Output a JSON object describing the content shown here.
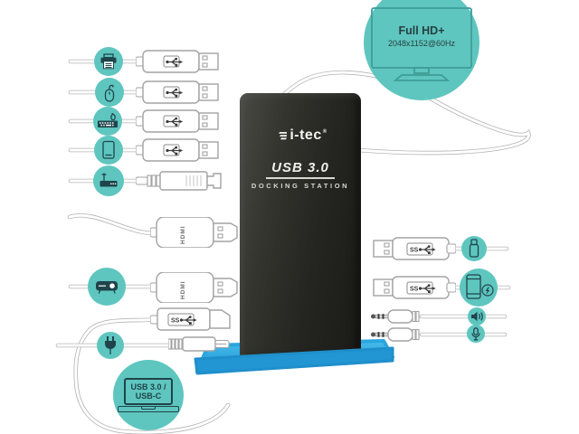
{
  "scene": {
    "type": "product-connectivity-diagram",
    "product": "docking station"
  },
  "colors": {
    "teal_circle": "#5EC6BF",
    "base_blue": "#2BA7E0",
    "icon_ink": "#1F444B",
    "dock_black": "#242420",
    "cable_gray": "#B5B5B5"
  },
  "monitor_badge": {
    "title": "Full HD+",
    "subtitle": "2048x1152@60Hz"
  },
  "dock": {
    "brand": "i-tec",
    "registered": "®",
    "product": "USB 3.0",
    "product_sub": "DOCKING STATION"
  },
  "host_badge": {
    "line1": "USB 3.0 /",
    "line2": "USB-C"
  },
  "connector_labels": {
    "hdmi": "HDMI",
    "superspeed": "SS"
  },
  "icon_map": {
    "printer-icon": "svg-shape",
    "mouse-icon": "svg-shape",
    "keyboard-icon": "svg-shape",
    "tablet-icon": "svg-shape",
    "router-icon": "svg-shape",
    "projector-icon": "svg-shape",
    "power-plug-icon": "svg-shape",
    "laptop-icon": "svg-shape",
    "flash-drive-icon": "svg-shape",
    "smartphone-icon": "svg-shape",
    "speaker-icon": "svg-shape",
    "microphone-icon": "svg-shape",
    "monitor-icon": "svg-shape",
    "usb-trident-icon": "svg-shape",
    "wing-logo-icon": "svg-shape"
  }
}
